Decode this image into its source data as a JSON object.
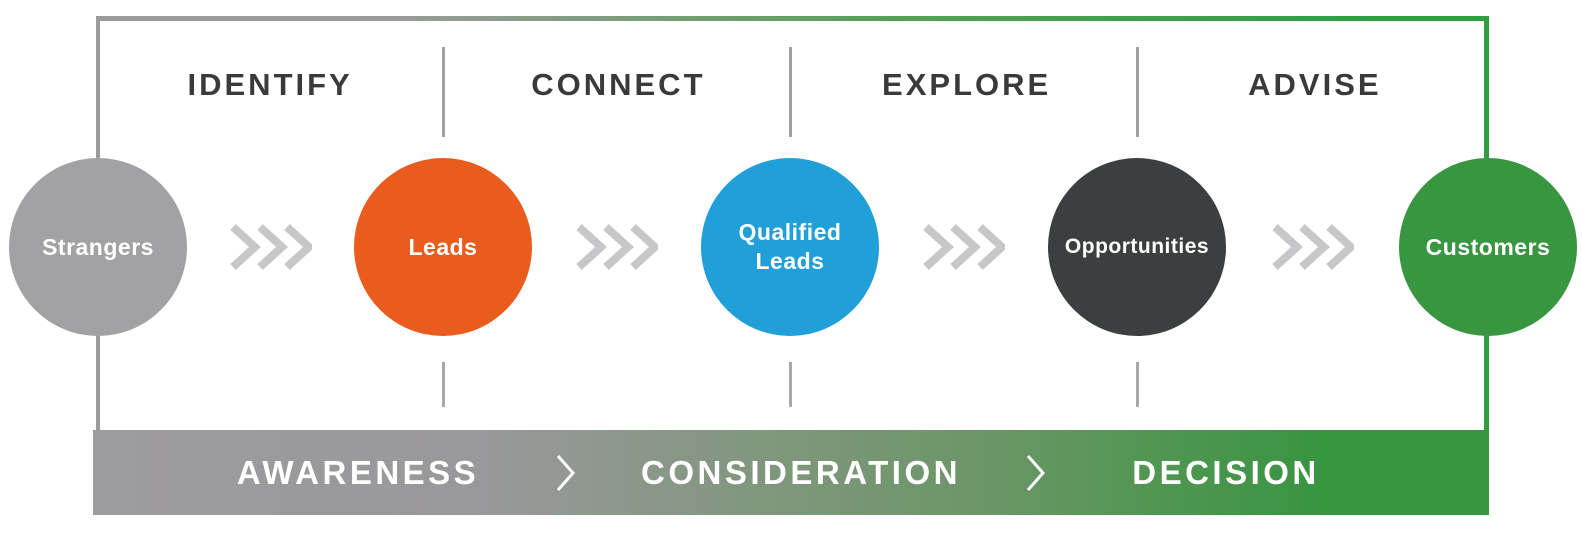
{
  "phases": [
    {
      "label": "IDENTIFY"
    },
    {
      "label": "CONNECT"
    },
    {
      "label": "EXPLORE"
    },
    {
      "label": "ADVISE"
    }
  ],
  "stages": [
    {
      "label": "Strangers",
      "color": "#a2a1a4"
    },
    {
      "label": "Leads",
      "color": "#ea5c1e"
    },
    {
      "label": "Qualified Leads",
      "color": "#219fd9"
    },
    {
      "label": "Opportunities",
      "color": "#3b3f40"
    },
    {
      "label": "Customers",
      "color": "#389540"
    }
  ],
  "journey": [
    {
      "label": "AWARENESS"
    },
    {
      "label": "CONSIDERATION"
    },
    {
      "label": "DECISION"
    }
  ],
  "palette": {
    "frame_gray": "#9b9b9b",
    "frame_green": "#2f9e41",
    "chevron_gray": "#c7c7c9",
    "bar_gray": "#9c9b9d",
    "bar_green": "#389540",
    "phase_text": "#3a3a3d",
    "stage_text": "#ffffff"
  }
}
